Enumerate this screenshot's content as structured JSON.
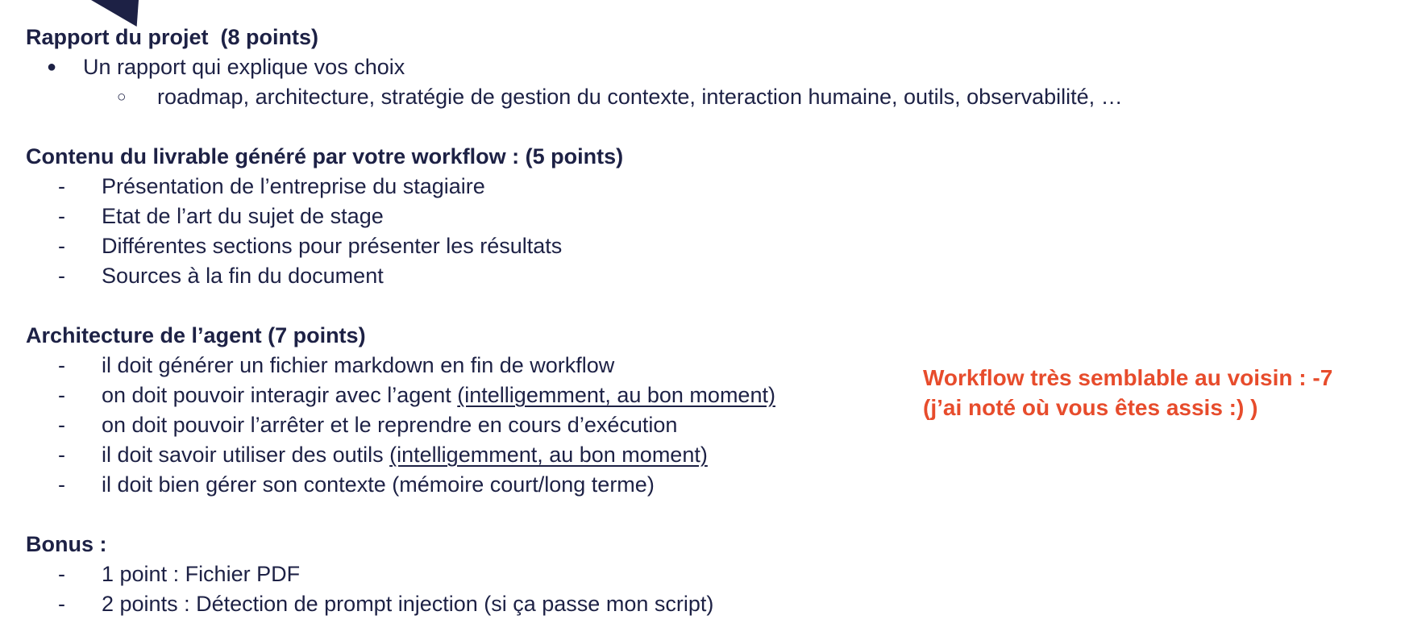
{
  "colors": {
    "background": "#ffffff",
    "text": "#1d2145",
    "accent": "#e74c2c"
  },
  "markers": {
    "disc": "●",
    "circle": "○",
    "dash": "-"
  },
  "sections": [
    {
      "title": "Rapport du projet  (8 points)",
      "items": [
        {
          "level": 1,
          "marker": "disc",
          "text": "Un rapport qui explique vos choix"
        },
        {
          "level": 2,
          "marker": "circle",
          "text": "roadmap, architecture, stratégie de gestion du contexte, interaction humaine, outils, observabilité, …"
        }
      ]
    },
    {
      "title": "Contenu du livrable généré par votre workflow : (5 points)",
      "items": [
        {
          "marker": "dash",
          "text": "Présentation de l’entreprise du stagiaire"
        },
        {
          "marker": "dash",
          "text": "Etat de l’art du sujet de stage"
        },
        {
          "marker": "dash",
          "text": "Différentes sections pour présenter les résultats"
        },
        {
          "marker": "dash",
          "text": "Sources à la fin du document"
        }
      ]
    },
    {
      "title": "Architecture de l’agent (7 points)",
      "items": [
        {
          "marker": "dash",
          "text": "il doit générer un fichier markdown en fin de workflow"
        },
        {
          "marker": "dash",
          "text_before": "on doit pouvoir interagir avec l’agent ",
          "text_underlined": "(intelligemment, au bon moment)"
        },
        {
          "marker": "dash",
          "text": "on doit pouvoir l’arrêter et le reprendre en cours d’exécution"
        },
        {
          "marker": "dash",
          "text_before": "il doit savoir utiliser des outils ",
          "text_underlined": "(intelligemment, au bon moment)"
        },
        {
          "marker": "dash",
          "text": "il doit bien gérer son contexte (mémoire court/long terme)"
        }
      ]
    },
    {
      "title": "Bonus :",
      "items": [
        {
          "marker": "dash",
          "text": "1 point : Fichier PDF"
        },
        {
          "marker": "dash",
          "text": "2 points : Détection de prompt injection (si ça passe mon script)"
        }
      ]
    }
  ],
  "annotation": {
    "line1": "Workflow très semblable au voisin : -7",
    "line2": "(j’ai noté où vous êtes assis :) )"
  }
}
